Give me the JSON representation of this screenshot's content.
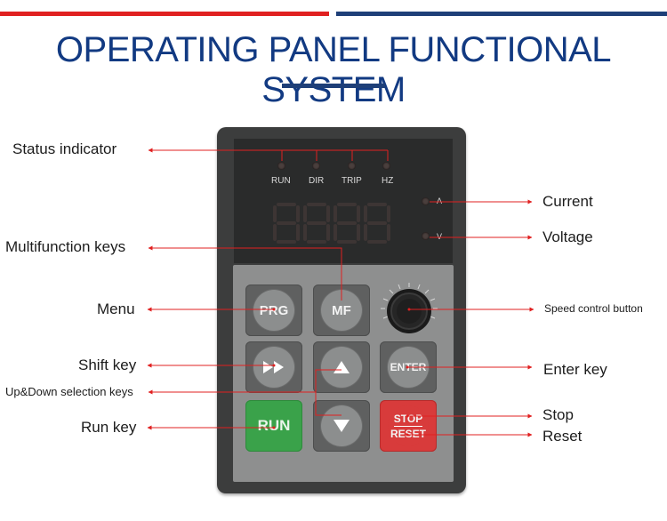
{
  "title": "OPERATING PANEL FUNCTIONAL SYSTEM",
  "colors": {
    "red_bar": "#e02020",
    "blue_bar": "#1e3f78",
    "title": "#123a82",
    "callout": "#e02020",
    "run_key": "#3aa24a",
    "stop_key": "#d83b3b"
  },
  "indicators": {
    "run": "RUN",
    "dir": "DIR",
    "trip": "TRIP",
    "hz": "HZ",
    "amp": "A",
    "volt": "V"
  },
  "display": {
    "digits": "8.8.8.8"
  },
  "keys": {
    "prg": "PRG",
    "mf": "MF",
    "enter": "ENTER",
    "run": "RUN",
    "stop": "STOP",
    "reset": "RESET",
    "shift_icon": "fast-forward-icon",
    "up_icon": "up-arrow-icon",
    "down_icon": "down-arrow-icon"
  },
  "labels": {
    "status_indicator": "Status indicator",
    "multifunction_keys": "Multifunction keys",
    "menu": "Menu",
    "shift_key": "Shift key",
    "updown_keys": "Up&Down selection keys",
    "run_key": "Run key",
    "current": "Current",
    "voltage": "Voltage",
    "speed_control": "Speed control button",
    "enter_key": "Enter key",
    "stop": "Stop",
    "reset": "Reset"
  }
}
